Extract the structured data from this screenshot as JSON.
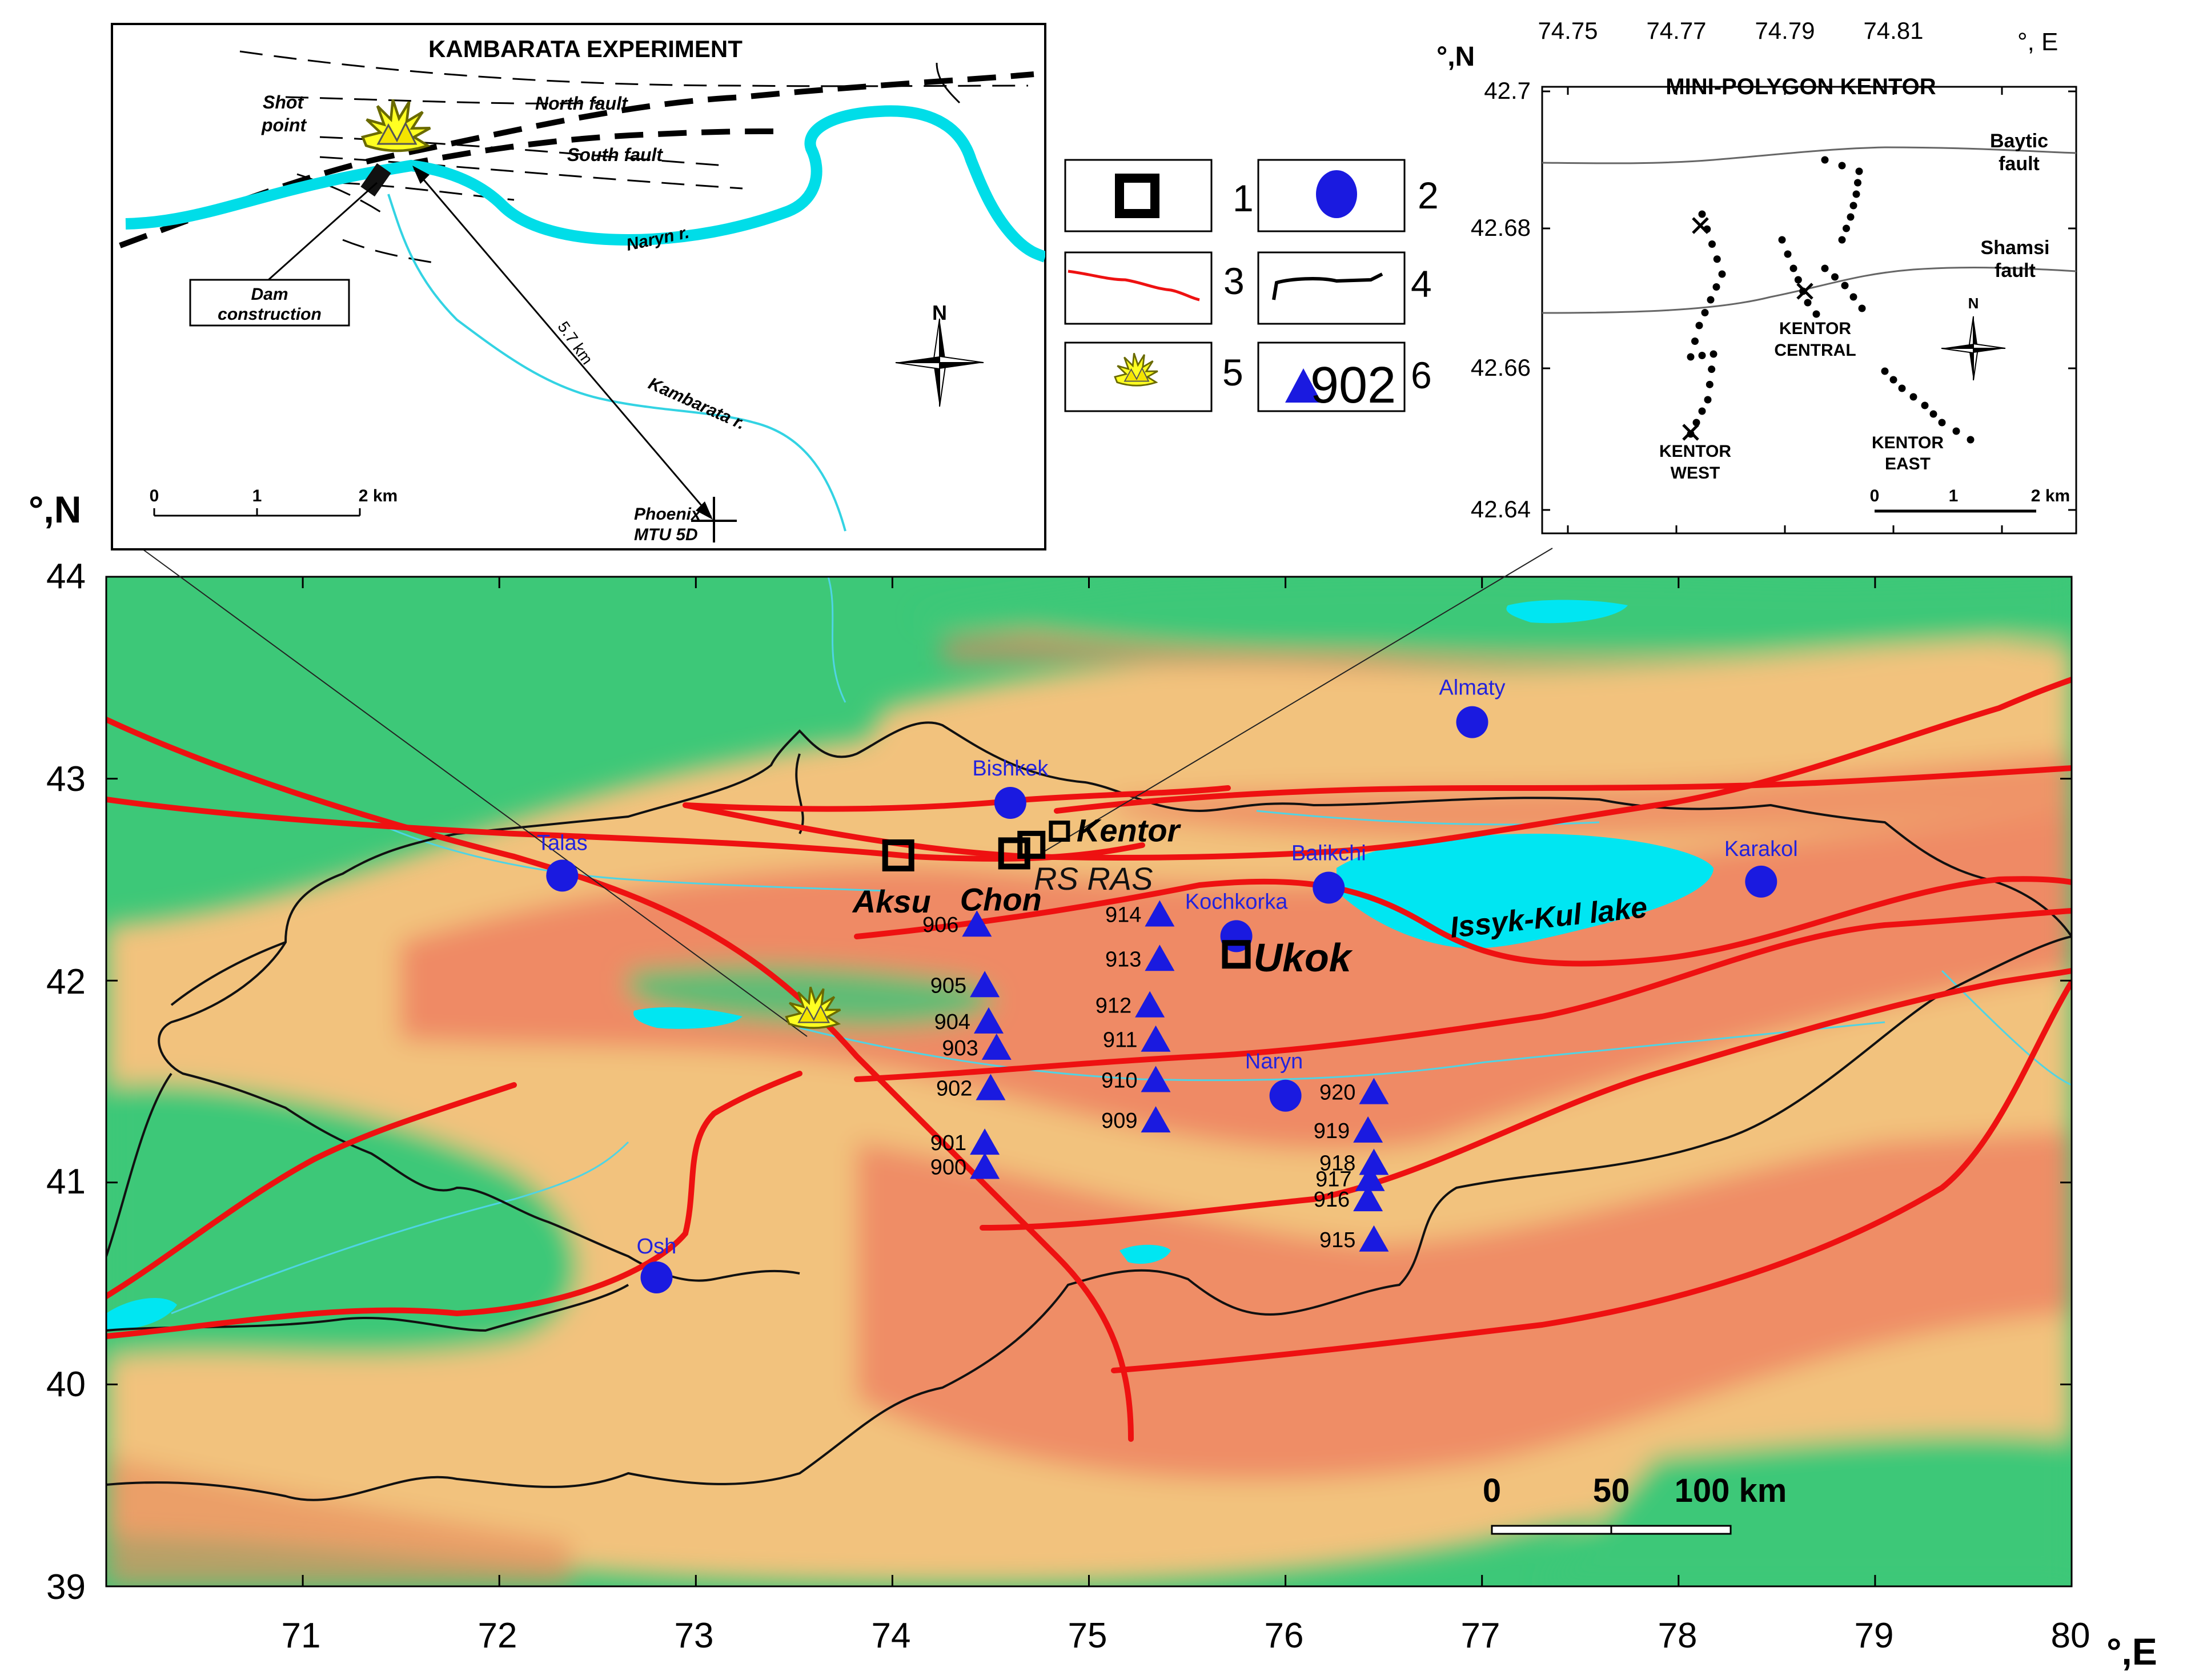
{
  "main_map": {
    "lat_axis_label": "°,N",
    "lon_axis_label": "°,E",
    "lat_ticks": [
      "44",
      "43",
      "42",
      "41",
      "40",
      "39"
    ],
    "lon_ticks": [
      "71",
      "72",
      "73",
      "74",
      "75",
      "76",
      "77",
      "78",
      "79",
      "80"
    ],
    "lake_label": "Issyk-Kul lake",
    "cities": [
      {
        "name": "Almaty",
        "lon": 76.95,
        "lat": 43.28
      },
      {
        "name": "Bishkek",
        "lon": 74.6,
        "lat": 42.88
      },
      {
        "name": "Talas",
        "lon": 72.32,
        "lat": 42.52
      },
      {
        "name": "Balikchi",
        "lon": 76.22,
        "lat": 42.46
      },
      {
        "name": "Karakol",
        "lon": 78.42,
        "lat": 42.49
      },
      {
        "name": "Kochkorka",
        "lon": 75.75,
        "lat": 42.22
      },
      {
        "name": "Naryn",
        "lon": 76.0,
        "lat": 41.43
      },
      {
        "name": "Osh",
        "lon": 72.8,
        "lat": 40.53
      }
    ],
    "sites": [
      {
        "name": "Aksu",
        "lon": 74.03,
        "lat": 42.62
      },
      {
        "name": "Chon",
        "lon": 74.62,
        "lat": 42.63
      },
      {
        "name": "Kentor",
        "lon": 74.85,
        "lat": 42.74
      },
      {
        "name": "Ukok",
        "lon": 75.75,
        "lat": 42.13
      }
    ],
    "rs_ras_label": "RS RAS",
    "stations": [
      {
        "id": "906",
        "lon": 74.43,
        "lat": 42.28
      },
      {
        "id": "905",
        "lon": 74.47,
        "lat": 41.98
      },
      {
        "id": "904",
        "lon": 74.49,
        "lat": 41.8
      },
      {
        "id": "903",
        "lon": 74.53,
        "lat": 41.67
      },
      {
        "id": "902",
        "lon": 74.5,
        "lat": 41.47
      },
      {
        "id": "901",
        "lon": 74.47,
        "lat": 41.2
      },
      {
        "id": "900",
        "lon": 74.47,
        "lat": 41.08
      },
      {
        "id": "914",
        "lon": 75.36,
        "lat": 42.33
      },
      {
        "id": "913",
        "lon": 75.36,
        "lat": 42.11
      },
      {
        "id": "912",
        "lon": 75.31,
        "lat": 41.88
      },
      {
        "id": "911",
        "lon": 75.34,
        "lat": 41.71
      },
      {
        "id": "910",
        "lon": 75.34,
        "lat": 41.51
      },
      {
        "id": "909",
        "lon": 75.34,
        "lat": 41.31
      },
      {
        "id": "920",
        "lon": 76.45,
        "lat": 41.45
      },
      {
        "id": "919",
        "lon": 76.42,
        "lat": 41.26
      },
      {
        "id": "918",
        "lon": 76.45,
        "lat": 41.1
      },
      {
        "id": "917",
        "lon": 76.43,
        "lat": 41.02
      },
      {
        "id": "916",
        "lon": 76.42,
        "lat": 40.92
      },
      {
        "id": "915",
        "lon": 76.45,
        "lat": 40.72
      }
    ],
    "shot_point": {
      "lon": 73.6,
      "lat": 41.82
    },
    "scale_labels": [
      "0",
      "50",
      "100 km"
    ]
  },
  "legend": {
    "items": [
      {
        "num": "1",
        "symbol": "square-site"
      },
      {
        "num": "2",
        "symbol": "blue-circle"
      },
      {
        "num": "3",
        "symbol": "red-fault-line"
      },
      {
        "num": "4",
        "symbol": "black-border-line"
      },
      {
        "num": "5",
        "symbol": "explosion"
      },
      {
        "num": "6",
        "symbol": "blue-triangle",
        "sample": "902"
      }
    ]
  },
  "kambarata_inset": {
    "title": "KAMBARATA EXPERIMENT",
    "shot_point_line1": "Shot",
    "shot_point_line2": "point",
    "north_fault": "North fault",
    "south_fault": "South fault",
    "naryn_river": "Naryn r.",
    "kambarata_river": "Kambarata r.",
    "dam_line1": "Dam",
    "dam_line2": "construction",
    "distance": "5.7 km",
    "phoenix_line1": "Phoenix",
    "phoenix_line2": "MTU 5D",
    "north": "N",
    "scale_labels": [
      "0",
      "1",
      "2 km"
    ]
  },
  "kentor_inset": {
    "title": "MINI-POLYGON KENTOR",
    "lat_axis_label": "°,N",
    "lon_axis_label": "°, E",
    "lon_ticks": [
      "74.75",
      "74.77",
      "74.79",
      "74.81"
    ],
    "lat_ticks": [
      "42.7",
      "42.68",
      "42.66",
      "42.64"
    ],
    "baytic_line1": "Baytic",
    "baytic_line2": "fault",
    "shamsi_line1": "Shamsi",
    "shamsi_line2": "fault",
    "kentor_west_line1": "KENTOR",
    "kentor_west_line2": "WEST",
    "kentor_central_line1": "KENTOR",
    "kentor_central_line2": "CENTRAL",
    "kentor_east_line1": "KENTOR",
    "kentor_east_line2": "EAST",
    "north": "N",
    "scale_labels": [
      "0",
      "1",
      "2 km"
    ]
  },
  "colors": {
    "lowland": "#3dc878",
    "foothill": "#f2c27d",
    "mountain": "#ee8060",
    "fault": "#ee1111",
    "water": "#00e6f2",
    "station_blue": "#1a1ae0"
  }
}
